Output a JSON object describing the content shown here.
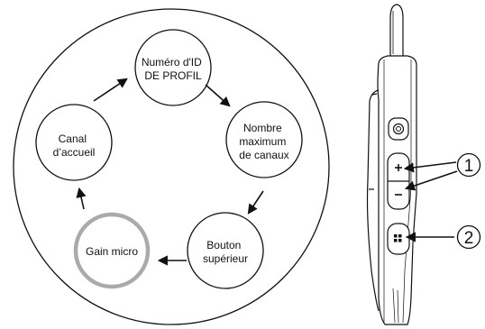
{
  "menu_cycle": {
    "nodes": [
      {
        "lines": [
          "Numéro d'ID",
          "DE PROFIL"
        ]
      },
      {
        "lines": [
          "Nombre",
          "maximum",
          "de canaux"
        ]
      },
      {
        "lines": [
          "Bouton",
          "supérieur"
        ]
      },
      {
        "lines": [
          "Gain micro"
        ],
        "highlighted": true
      },
      {
        "lines": [
          "Canal",
          "d’accueil"
        ]
      }
    ]
  },
  "device": {
    "callouts": [
      {
        "number": "1",
        "target": "volume-plus-minus-buttons"
      },
      {
        "number": "2",
        "target": "menu-button"
      }
    ],
    "icons": [
      "power-icon",
      "plus-icon",
      "minus-icon",
      "menu-grid-icon"
    ]
  },
  "colors": {
    "stroke": "#111111",
    "highlight_ring": "#aaaaaa",
    "device_fill": "#ffffff"
  }
}
